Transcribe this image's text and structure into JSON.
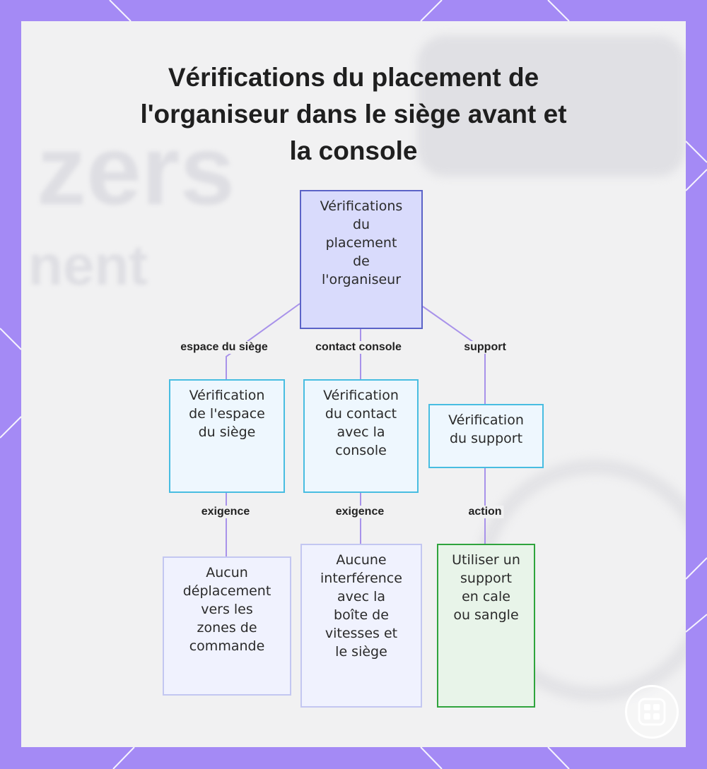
{
  "title_lines": [
    "Vérifications du placement de",
    "l'organiseur dans le siège avant et",
    "la console"
  ],
  "background_words": [
    "zers",
    "nent"
  ],
  "nodes": {
    "root": "Vérifications\ndu\nplacement\nde\nl'organiseur",
    "seat_space": "Vérification\nde l'espace\ndu siège",
    "console_contact": "Vérification\ndu contact\navec la\nconsole",
    "support": "Vérification\ndu support",
    "no_movement": "Aucun\ndéplacement\nvers les\nzones de\ncommande",
    "no_interference": "Aucune\ninterférence\navec la\nboîte de\nvitesses et\nle siège",
    "use_support": "Utiliser un\nsupport\nen cale\nou sangle"
  },
  "edge_labels": {
    "seat_space": "espace du siège",
    "console_contact": "contact console",
    "support": "support",
    "requirement_1": "exigence",
    "requirement_2": "exigence",
    "action": "action"
  },
  "colors": {
    "frame": "#a48af5",
    "panel": "#f1f1f2",
    "edge": "#a892ea",
    "root_fill": "#d9dbfc",
    "root_border": "#5b63c7",
    "mid_fill": "#eef7fe",
    "mid_border": "#48bde1",
    "leaf_fill": "#f0f2fe",
    "leaf_border": "#c3c7f1",
    "green_fill": "#e8f4e9",
    "green_border": "#2fa43d"
  },
  "icons": {
    "logo": "grid-logo-icon"
  }
}
